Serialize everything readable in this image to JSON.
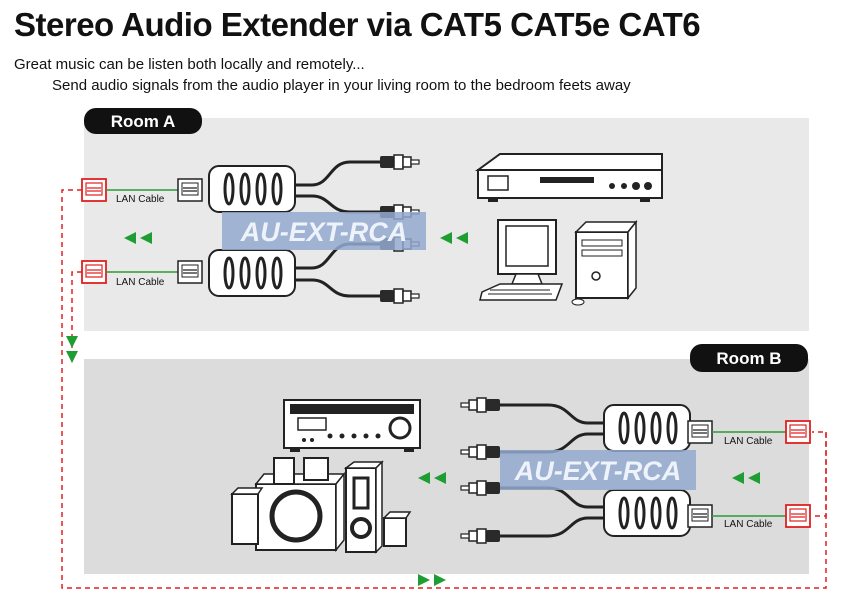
{
  "header": {
    "title": "Stereo Audio Extender via CAT5 CAT5e CAT6",
    "subtitle_line1": "Great music can be listen both locally and remotely...",
    "subtitle_line2": "Send audio signals from the audio player in your living room to the bedroom feets away"
  },
  "room_a": {
    "label": "Room A",
    "lan_label_top": "LAN Cable",
    "lan_label_bottom": "LAN Cable",
    "watermark": "AU-EXT-RCA"
  },
  "room_b": {
    "label": "Room B",
    "lan_label_top": "LAN Cable",
    "lan_label_bottom": "LAN Cable",
    "watermark": "AU-EXT-RCA"
  },
  "colors": {
    "room_a_bg": "#e9e9e9",
    "room_b_bg": "#dcdcdc",
    "label_bg": "#111111",
    "arrow": "#1e9e32",
    "lan_green": "#2a9a3a",
    "jack_red": "#e02020",
    "dashed": "#e02020",
    "watermark_box": "#93a9cf"
  },
  "icons": {
    "devices_room_a": [
      "dvd-player-icon",
      "desktop-computer-icon"
    ],
    "devices_room_b": [
      "av-receiver-icon",
      "speaker-system-icon"
    ]
  }
}
